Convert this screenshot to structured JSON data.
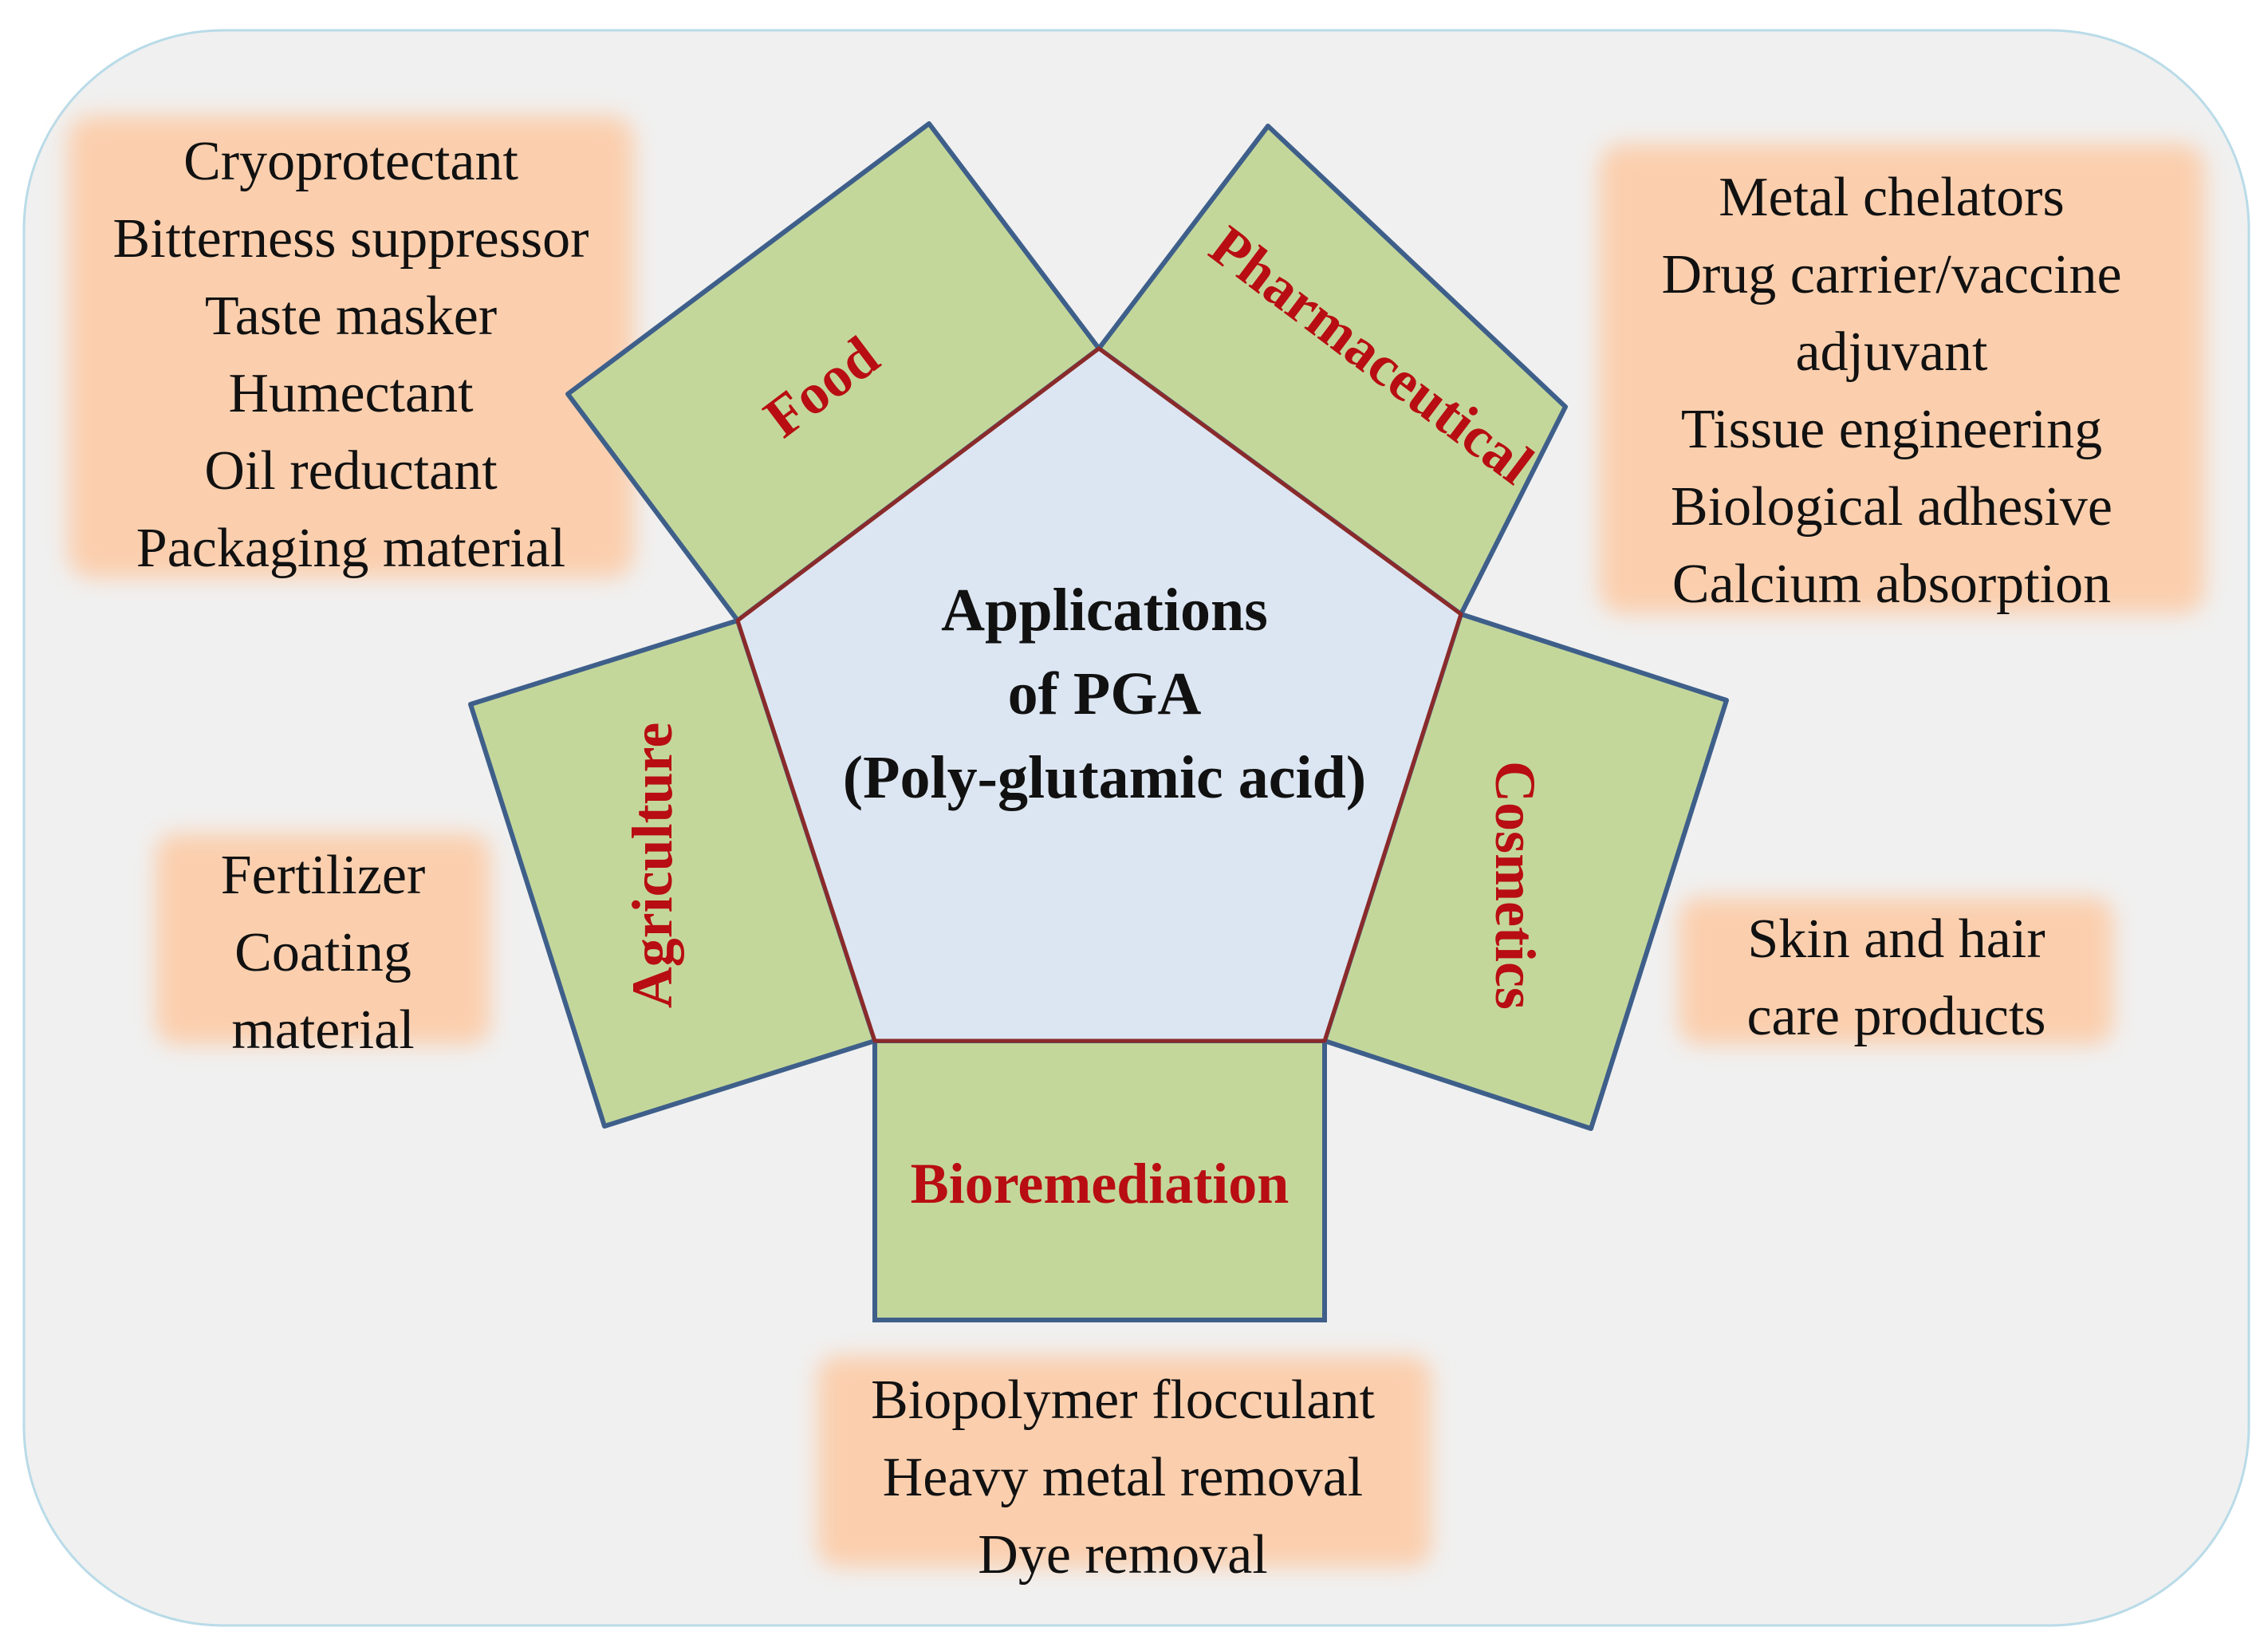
{
  "center": {
    "lines": [
      "Applications",
      "of PGA",
      "(Poly-glutamic acid)"
    ]
  },
  "categories": {
    "food": {
      "label": "Food",
      "applications": [
        "Cryoprotectant",
        "Bitterness suppressor",
        "Taste masker",
        "Humectant",
        "Oil reductant",
        "Packaging material"
      ]
    },
    "pharmaceutical": {
      "label": "Pharmaceutical",
      "applications": [
        "Metal chelators",
        "Drug carrier/vaccine",
        "adjuvant",
        "Tissue engineering",
        "Biological adhesive",
        "Calcium absorption"
      ]
    },
    "agriculture": {
      "label": "Agriculture",
      "applications": [
        "Fertilizer",
        "Coating",
        "material"
      ]
    },
    "cosmetics": {
      "label": "Cosmetics",
      "applications": [
        "Skin and hair",
        "care products"
      ]
    },
    "bioremediation": {
      "label": "Bioremediation",
      "applications": [
        "Biopolymer flocculant",
        "Heavy metal removal",
        "Dye removal"
      ]
    }
  },
  "colors": {
    "background": "#f0f0f0",
    "frame_border": "#b9dbe8",
    "pentagon_fill": "#dce6f2",
    "pentagon_border": "#8b2a2a",
    "box_fill": "#c4d79b",
    "box_border": "#3e5f8a",
    "category_text": "#b80d12",
    "app_box_fill": "#fbcfae"
  }
}
